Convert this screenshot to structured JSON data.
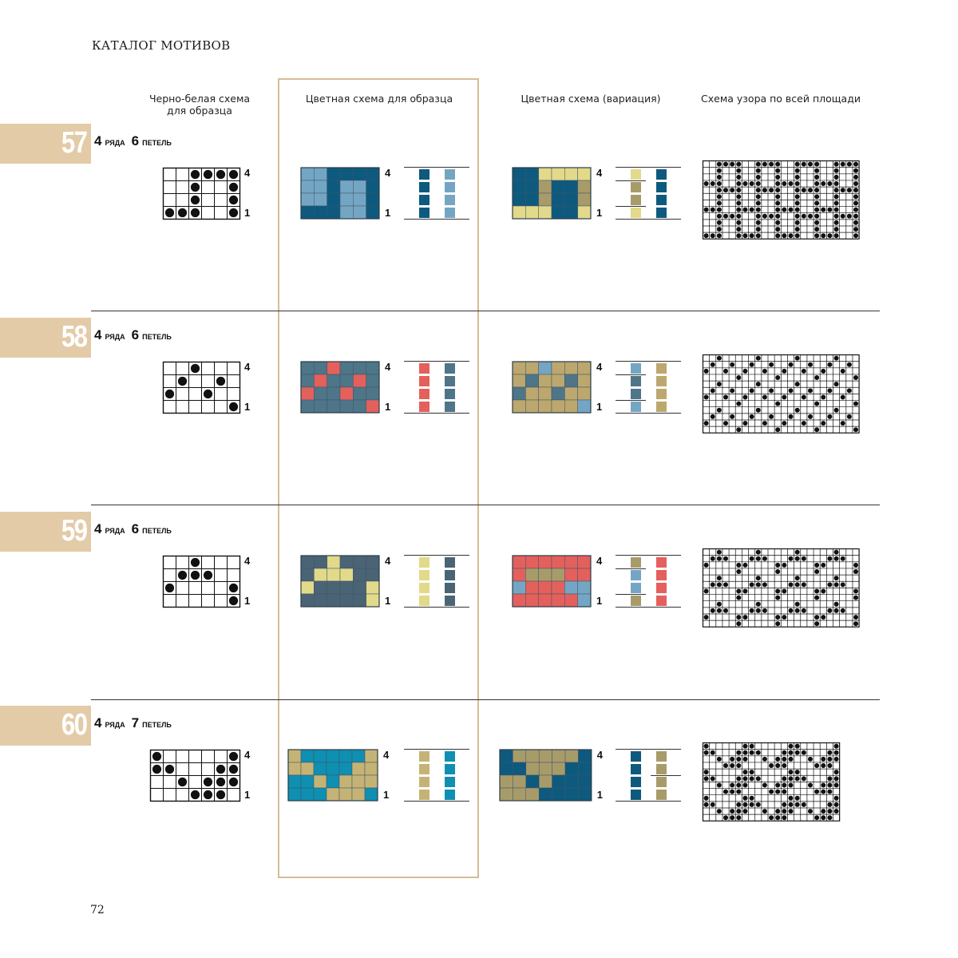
{
  "header": {
    "title": "КАТАЛОГ МОТИВОВ"
  },
  "columns": {
    "bw": "Черно-белая схема\nдля образца",
    "color": "Цветная схема для образца",
    "variation": "Цветная схема (вариация)",
    "allover": "Схема узора по всей площади"
  },
  "row_label_top": "4",
  "row_label_bottom": "1",
  "rows_word": "РЯДА",
  "stitches_word": "ПЕТЕЛЬ",
  "colors": {
    "navy": "#0e5a7e",
    "lightblue": "#74a6c4",
    "yellow": "#e2d98a",
    "khaki": "#a89b6a",
    "slate": "#4e7588",
    "red": "#e4605c",
    "tan": "#bca76e",
    "teal": "#0f8fb1",
    "charcoal": "#4a6475",
    "gold": "#c5b376",
    "highlight": "#d7bb96",
    "tab": "#e3cba8"
  },
  "motifs": [
    {
      "number": "57",
      "rows": "4",
      "stitches": "6",
      "bw": [
        [
          0,
          0,
          1,
          1,
          1,
          1
        ],
        [
          0,
          0,
          1,
          0,
          0,
          1
        ],
        [
          0,
          0,
          1,
          0,
          0,
          1
        ],
        [
          1,
          1,
          1,
          0,
          0,
          1
        ]
      ],
      "color_scheme": {
        "fg": "navy",
        "bg": "lightblue",
        "legend": [
          "navy",
          "lightblue"
        ]
      },
      "variation": {
        "legend": [
          "yellow",
          "khaki",
          "navy"
        ],
        "pattern": [
          [
            "navy",
            "navy",
            "yellow",
            "yellow",
            "yellow",
            "yellow"
          ],
          [
            "navy",
            "navy",
            "khaki",
            "navy",
            "navy",
            "khaki"
          ],
          [
            "navy",
            "navy",
            "khaki",
            "navy",
            "navy",
            "khaki"
          ],
          [
            "yellow",
            "yellow",
            "yellow",
            "navy",
            "navy",
            "yellow"
          ]
        ]
      }
    },
    {
      "number": "58",
      "rows": "4",
      "stitches": "6",
      "bw": [
        [
          0,
          0,
          0,
          0,
          0,
          0
        ],
        [
          0,
          1,
          0,
          0,
          0,
          0
        ],
        [
          0,
          0,
          0,
          0,
          0,
          0
        ],
        [
          0,
          0,
          0,
          0,
          0,
          1
        ]
      ],
      "bw_dots": [
        [
          0,
          2
        ],
        [
          1,
          1
        ],
        [
          1,
          4
        ],
        [
          2,
          0
        ],
        [
          2,
          3
        ],
        [
          3,
          5
        ]
      ],
      "color_scheme": {
        "fg": "red",
        "bg": "slate",
        "legend": [
          "red",
          "slate"
        ]
      },
      "variation": {
        "legend": [
          "lightblue",
          "slate",
          "tan"
        ],
        "pattern": [
          [
            "tan",
            "tan",
            "lightblue",
            "tan",
            "tan",
            "tan"
          ],
          [
            "tan",
            "slate",
            "tan",
            "tan",
            "slate",
            "tan"
          ],
          [
            "slate",
            "tan",
            "tan",
            "slate",
            "tan",
            "tan"
          ],
          [
            "tan",
            "tan",
            "tan",
            "tan",
            "tan",
            "lightblue"
          ]
        ]
      }
    },
    {
      "number": "59",
      "rows": "4",
      "stitches": "6",
      "bw_dots": [
        [
          0,
          2
        ],
        [
          1,
          1
        ],
        [
          1,
          2
        ],
        [
          1,
          3
        ],
        [
          2,
          0
        ],
        [
          2,
          5
        ],
        [
          3,
          5
        ]
      ],
      "color_scheme": {
        "fg": "yellow",
        "bg": "charcoal",
        "legend": [
          "yellow",
          "charcoal"
        ]
      },
      "variation": {
        "legend": [
          "khaki",
          "lightblue",
          "red"
        ],
        "pattern": [
          [
            "red",
            "red",
            "red",
            "red",
            "red",
            "red"
          ],
          [
            "red",
            "khaki",
            "khaki",
            "khaki",
            "red",
            "red"
          ],
          [
            "lightblue",
            "red",
            "red",
            "red",
            "lightblue",
            "lightblue"
          ],
          [
            "red",
            "red",
            "red",
            "red",
            "red",
            "lightblue"
          ]
        ]
      }
    },
    {
      "number": "60",
      "rows": "4",
      "stitches": "7",
      "bw_dots": [
        [
          0,
          0
        ],
        [
          0,
          6
        ],
        [
          1,
          0
        ],
        [
          1,
          1
        ],
        [
          1,
          5
        ],
        [
          1,
          6
        ],
        [
          2,
          2
        ],
        [
          2,
          4
        ],
        [
          2,
          5
        ],
        [
          2,
          6
        ],
        [
          3,
          3
        ],
        [
          3,
          4
        ],
        [
          3,
          5
        ]
      ],
      "color_scheme": {
        "fg": "gold",
        "bg": "teal",
        "legend": [
          "gold",
          "teal"
        ]
      },
      "variation": {
        "legend": [
          "navy",
          "khaki"
        ],
        "pattern": [
          [
            "navy",
            "khaki",
            "khaki",
            "khaki",
            "khaki",
            "khaki",
            "navy"
          ],
          [
            "navy",
            "navy",
            "khaki",
            "khaki",
            "khaki",
            "navy",
            "navy"
          ],
          [
            "khaki",
            "khaki",
            "navy",
            "khaki",
            "navy",
            "navy",
            "navy"
          ],
          [
            "khaki",
            "khaki",
            "khaki",
            "navy",
            "navy",
            "navy",
            "navy"
          ]
        ]
      }
    }
  ],
  "page_number": "72"
}
